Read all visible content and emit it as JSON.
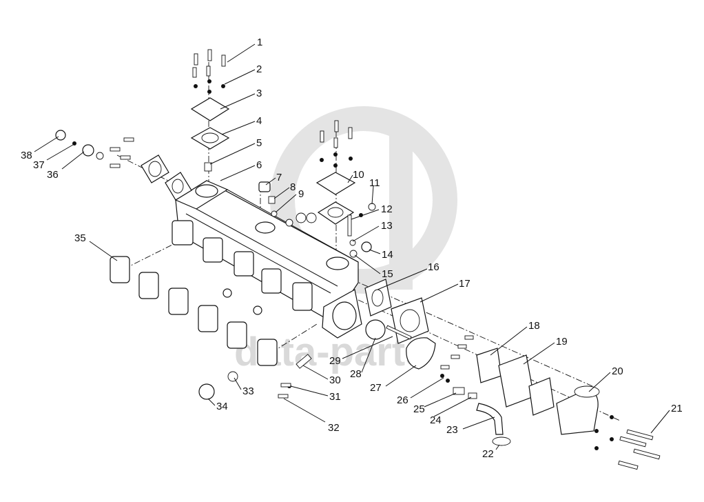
{
  "watermark": {
    "text": "data-parts"
  },
  "callouts": [
    "1",
    "2",
    "3",
    "4",
    "5",
    "6",
    "7",
    "8",
    "9",
    "10",
    "11",
    "12",
    "13",
    "14",
    "15",
    "16",
    "17",
    "18",
    "19",
    "20",
    "21",
    "22",
    "23",
    "24",
    "25",
    "26",
    "27",
    "28",
    "29",
    "30",
    "31",
    "32",
    "33",
    "34",
    "35",
    "36",
    "37",
    "38"
  ]
}
